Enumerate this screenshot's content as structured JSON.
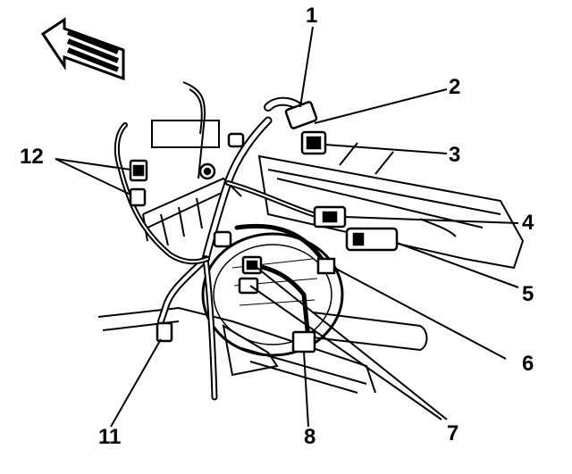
{
  "diagram": {
    "direction_indicator": "front-arrow-icon",
    "callouts": {
      "c1": "1",
      "c2": "2",
      "c3": "3",
      "c4": "4",
      "c5": "5",
      "c6": "6",
      "c7": "7",
      "c8": "8",
      "c11": "11",
      "c12": "12"
    }
  }
}
